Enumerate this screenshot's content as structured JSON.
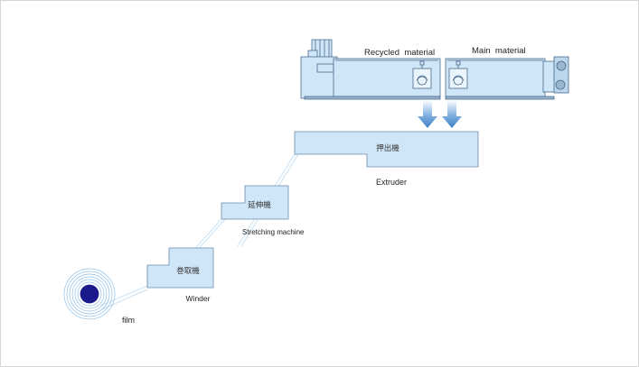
{
  "labels": {
    "recycled_material": "Recycled  material",
    "main_material": "Main  material",
    "extruder_jp": "押出機",
    "extruder": "Extruder",
    "stretching_jp": "延伸機",
    "stretching": "Stretching machine",
    "winder_jp": "巻取機",
    "winder": "Winder",
    "film": "film"
  },
  "colors": {
    "box_fill": "#cfe6f8",
    "box_stroke": "#6b8aa8",
    "arrow_fill": "#4a86c8",
    "film_core": "#1a1a8c",
    "film_rings": "#8fc0e8"
  }
}
